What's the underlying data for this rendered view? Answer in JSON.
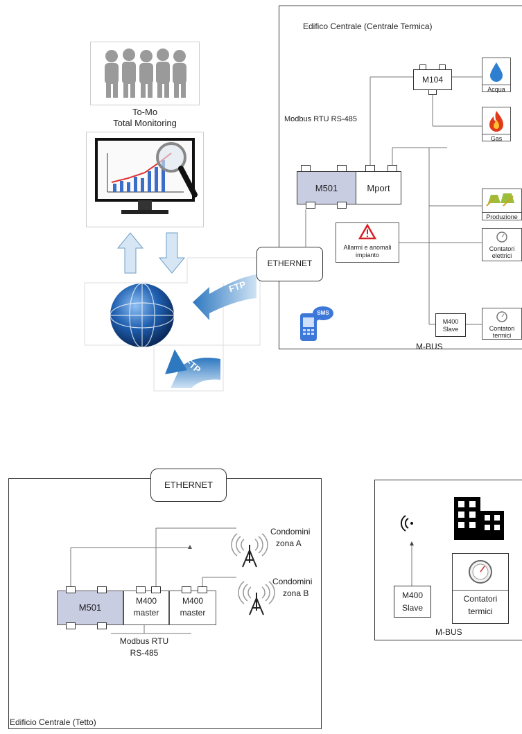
{
  "monitoring": {
    "title_line1": "To-Mo",
    "title_line2": "Total Monitoring",
    "ftp_label_1": "FTP",
    "ftp_label_2": "FTP"
  },
  "central_plant": {
    "title": "Edifico Centrale (Centrale Termica)",
    "modbus_label": "Modbus RTU RS-485",
    "m104": "M104",
    "m501": "M501",
    "mport": "Mport",
    "alarms_line1": "Allarmi e anomali",
    "alarms_line2": "impianto",
    "ethernet": "ETHERNET",
    "sms": "SMS",
    "m400_line1": "M400",
    "m400_line2": "Slave",
    "mbus": "M-BUS",
    "devices": {
      "acqua": "Acqua",
      "gas": "Gas",
      "produzione": "Produzione",
      "contatori_elettrici_1": "Contatori",
      "contatori_elettrici_2": "elettrici",
      "contatori_termici_1": "Contatori",
      "contatori_termici_2": "termici"
    }
  },
  "roof": {
    "title": "Edificio Centrale (Tetto)",
    "ethernet": "ETHERNET",
    "m501": "M501",
    "m400a_line1": "M400",
    "m400a_line2": "master",
    "m400b_line1": "M400",
    "m400b_line2": "master",
    "modbus_line1": "Modbus RTU",
    "modbus_line2": "RS-485",
    "zone_a_line1": "Condomini",
    "zone_a_line2": "zona A",
    "zone_b_line1": "Condomini",
    "zone_b_line2": "zona B"
  },
  "remote": {
    "m400_line1": "M400",
    "m400_line2": "Slave",
    "counter_line1": "Contatori",
    "counter_line2": "termici",
    "mbus": "M-BUS"
  },
  "colors": {
    "m501_fill": "#c9cde2",
    "arrow_light": "#cfe2f3",
    "ftp_blue": "#4a90c8",
    "globe_blue": "#1f5fb0",
    "water_blue": "#2f7fd0",
    "gas_red": "#e03a1a",
    "alarm_red": "#d81f26"
  }
}
